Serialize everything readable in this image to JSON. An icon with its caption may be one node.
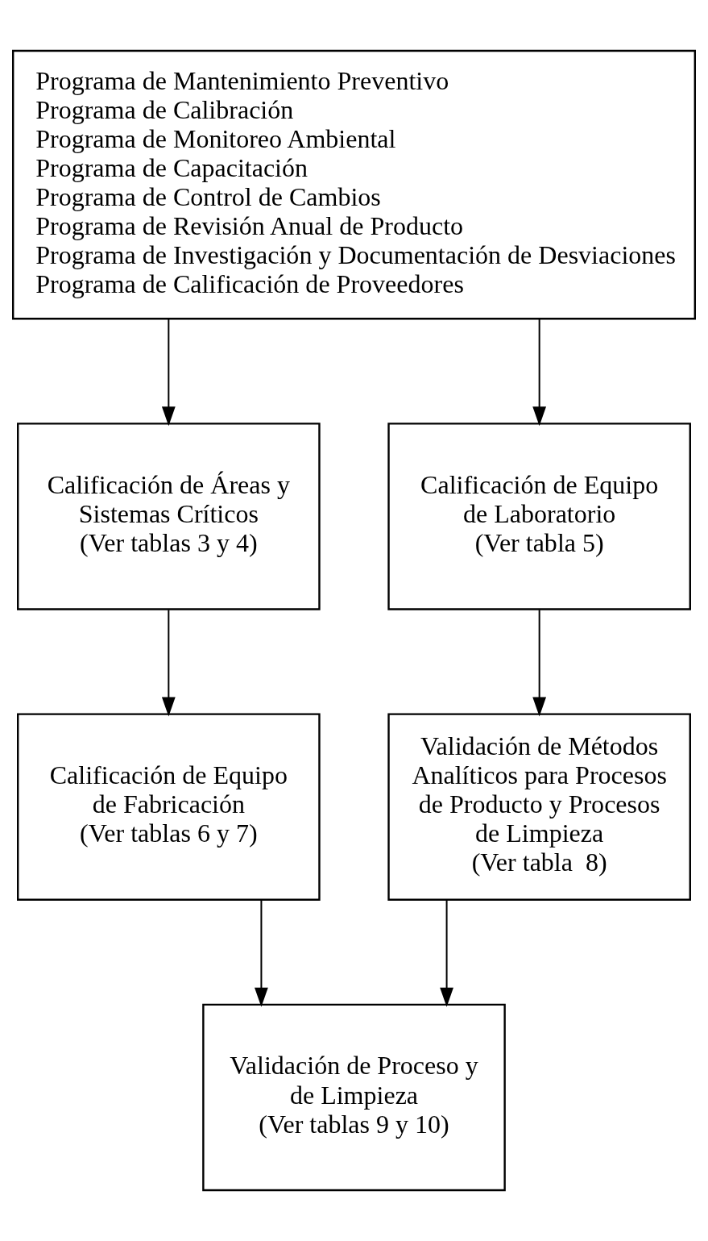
{
  "diagram": {
    "nodes": [
      {
        "text": [
          "Programa de Mantenimiento Preventivo",
          "Programa de Calibración",
          "Programa de Monitoreo Ambiental",
          "Programa de Capacitación",
          "Programa de Control de Cambios",
          "Programa de Revisión Anual de Producto",
          "Programa de Investigación y Documentación de Desviaciones",
          "Programa de Calificación de Proveedores"
        ]
      },
      {
        "text": [
          "Calificación de Áreas y Sistemas Críticos",
          "(Ver tablas 3 y 4)"
        ]
      },
      {
        "text": [
          "Calificación de Equipo de Laboratorio",
          "(Ver tabla 5)"
        ]
      },
      {
        "text": [
          "Calificación de Equipo de Fabricación",
          "(Ver tablas 6 y 7)"
        ]
      },
      {
        "text": [
          "Validación de Métodos Analíticos para Procesos de Producto y Procesos de Limpieza",
          "(Ver tabla  8)"
        ]
      },
      {
        "text": [
          "Validación de Proceso y de Limpieza",
          "(Ver tablas 9 y 10)"
        ]
      }
    ],
    "edges": [
      {
        "from": 0,
        "to": 1,
        "arrow": "to"
      },
      {
        "from": 0,
        "to": 2,
        "arrow": "to"
      },
      {
        "from": 1,
        "to": 3,
        "arrow": "to"
      },
      {
        "from": 2,
        "to": 4,
        "arrow": "to"
      },
      {
        "from": 3,
        "to": 5,
        "arrow": "to"
      },
      {
        "from": 4,
        "to": 5,
        "arrow": "to"
      }
    ]
  }
}
